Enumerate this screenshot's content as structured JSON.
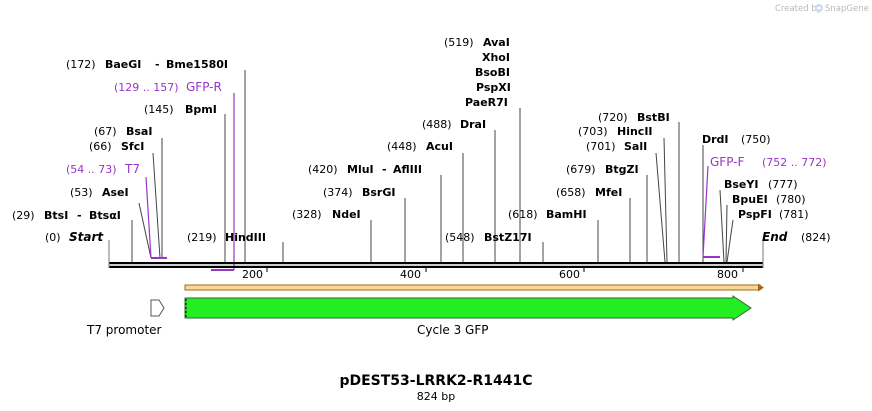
{
  "header": {
    "credit": "Created by",
    "brand": "SnapGene"
  },
  "map": {
    "title": "pDEST53-LRRK2-R1441C",
    "length_label": "824 bp",
    "start_pos": "(0)",
    "start_label": "Start",
    "end_label": "End",
    "end_pos": "(824)",
    "ticks": [
      "200",
      "400",
      "600",
      "800"
    ]
  },
  "sites": [
    {
      "pos": "(29)",
      "name": "BtsI",
      "extra": "BtsαI"
    },
    {
      "pos": "(53)",
      "name": "AseI"
    },
    {
      "pos": "(66)",
      "name": "SfcI"
    },
    {
      "pos": "(67)",
      "name": "BsaI"
    },
    {
      "pos": "(145)",
      "name": "BpmI"
    },
    {
      "pos": "(172)",
      "name": "BaeGI",
      "extra": "Bme1580I"
    },
    {
      "pos": "(219)",
      "name": "HindIII"
    },
    {
      "pos": "(328)",
      "name": "NdeI"
    },
    {
      "pos": "(374)",
      "name": "BsrGI"
    },
    {
      "pos": "(420)",
      "name": "MluI",
      "extra": "AflIII"
    },
    {
      "pos": "(448)",
      "name": "AcuI"
    },
    {
      "pos": "(488)",
      "name": "DraI"
    },
    {
      "pos": "(519)",
      "name": "AvaI"
    },
    {
      "name": "XhoI"
    },
    {
      "name": "BsoBI"
    },
    {
      "name": "PspXI"
    },
    {
      "name": "PaeR7I"
    },
    {
      "pos": "(548)",
      "name": "BstZ17I"
    },
    {
      "pos": "(618)",
      "name": "BamHI"
    },
    {
      "pos": "(658)",
      "name": "MfeI"
    },
    {
      "pos": "(679)",
      "name": "BtgZI"
    },
    {
      "pos": "(701)",
      "name": "SalI"
    },
    {
      "pos": "(703)",
      "name": "HincII"
    },
    {
      "pos": "(720)",
      "name": "BstBI"
    },
    {
      "name": "DrdI",
      "pos_after": "(750)"
    },
    {
      "name": "BseYI",
      "pos_after": "(777)"
    },
    {
      "name": "BpuEI",
      "pos_after": "(780)"
    },
    {
      "name": "PspFI",
      "pos_after": "(781)"
    }
  ],
  "primers": [
    {
      "range": "(54 .. 73)",
      "name": "T7"
    },
    {
      "range": "(129 .. 157)",
      "name": "GFP-R"
    },
    {
      "name": "GFP-F",
      "range": "(752 .. 772)"
    }
  ],
  "features": [
    {
      "name": "T7 promoter"
    },
    {
      "name": "Cycle 3 GFP"
    }
  ],
  "colors": {
    "primer": "#9a34c9",
    "gfp_fill": "#22ee22",
    "backbone": "#000000",
    "orf_line": "#a06a1a",
    "orf_fill": "#f7d79a"
  }
}
